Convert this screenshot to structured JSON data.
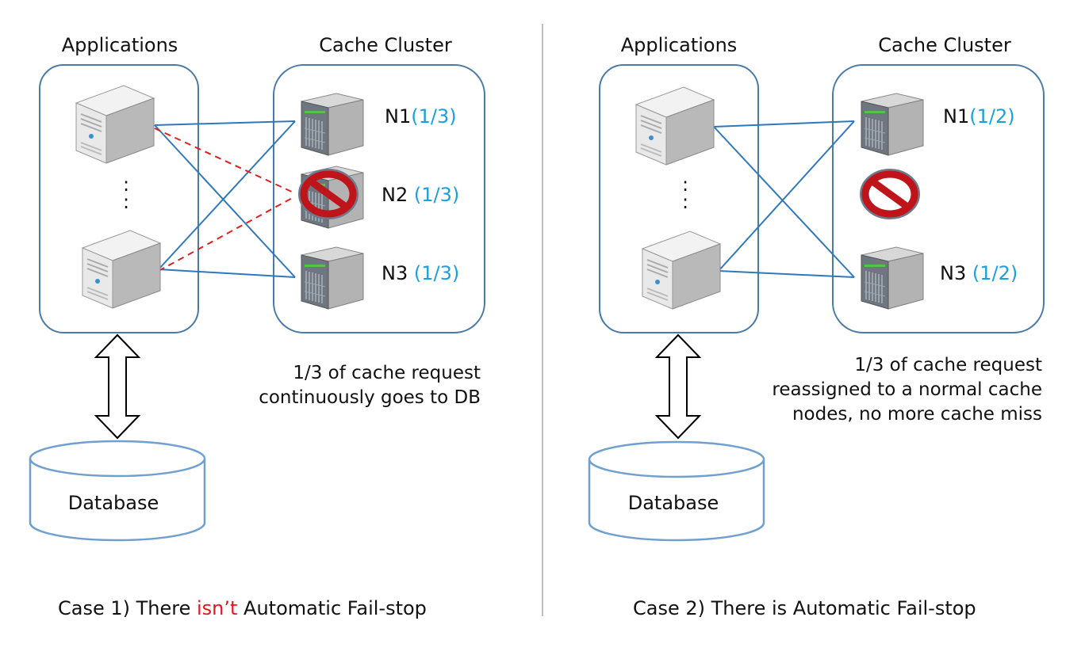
{
  "case1": {
    "applications_title": "Applications",
    "cluster_title": "Cache Cluster",
    "nodes": [
      {
        "name": "N1",
        "share": "(1/3)"
      },
      {
        "name": "N2 ",
        "share": "(1/3)"
      },
      {
        "name": "N3 ",
        "share": "(1/3)"
      }
    ],
    "database_label": "Database",
    "note_lines": [
      "1/3 of cache request",
      "continuously goes to DB"
    ],
    "caption_prefix": "Case 1) There ",
    "caption_highlight": "isn’t",
    "caption_suffix": " Automatic Fail-stop"
  },
  "case2": {
    "applications_title": "Applications",
    "cluster_title": "Cache Cluster",
    "nodes": [
      {
        "name": "N1",
        "share": "(1/2)"
      },
      {
        "name": "N3 ",
        "share": "(1/2)"
      }
    ],
    "database_label": "Database",
    "note_lines": [
      "1/3 of cache request",
      "reassigned to a normal cache",
      "nodes, no more cache miss"
    ],
    "caption": "Case 2) There is Automatic Fail-stop"
  },
  "ellipsis": ":",
  "colors": {
    "box_border": "#4a7aa6",
    "link_blue": "#2e78bd",
    "link_red_dashed": "#e0201e",
    "share_text": "#1aa0e0",
    "highlight_text": "#e8141b",
    "ban_red": "#c0141b",
    "divider": "#bdbdbd"
  },
  "icons": [
    "app-server-icon",
    "cache-server-icon",
    "prohibited-icon",
    "database-cylinder-icon",
    "double-arrow-icon"
  ]
}
